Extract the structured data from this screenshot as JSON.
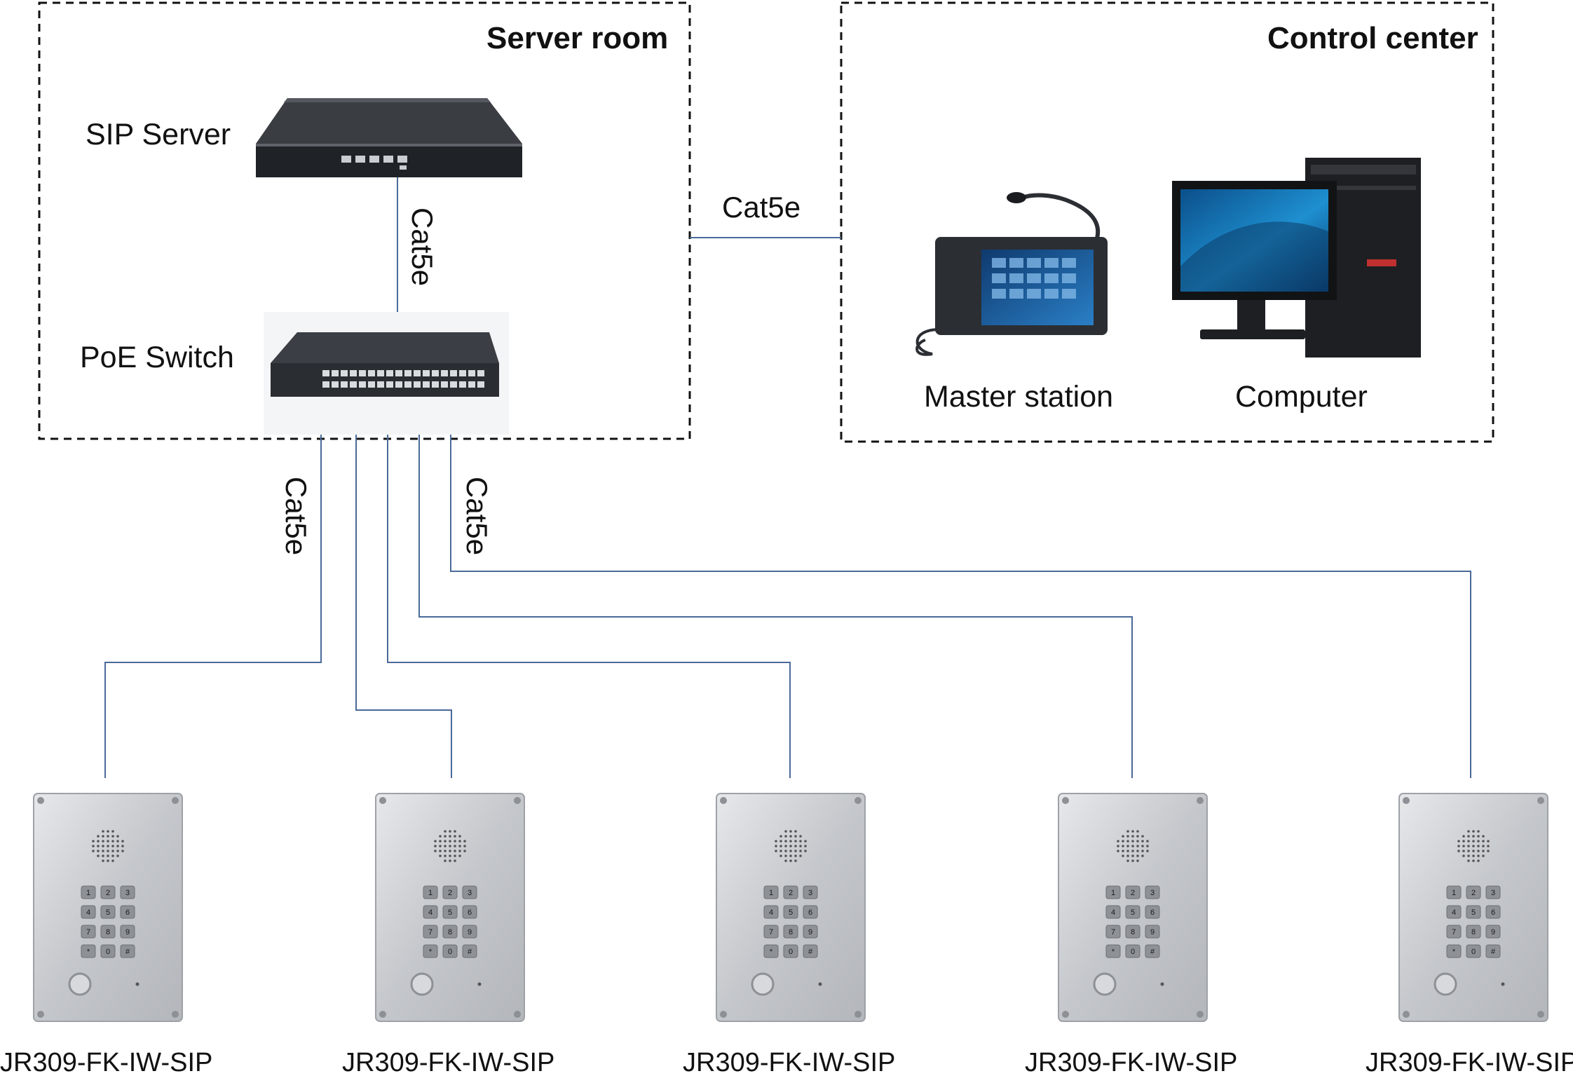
{
  "zones": {
    "server_room": "Server room",
    "control_center": "Control center"
  },
  "devices": {
    "sip_server": "SIP Server",
    "poe_switch": "PoE Switch",
    "master_station": "Master station",
    "computer": "Computer"
  },
  "cables": {
    "server_to_switch": "Cat5e",
    "server_to_control": "Cat5e",
    "switch_to_phones_left": "Cat5e",
    "switch_to_phones_right": "Cat5e"
  },
  "phones": [
    {
      "model": "JR309-FK-IW-SIP"
    },
    {
      "model": "JR309-FK-IW-SIP"
    },
    {
      "model": "JR309-FK-IW-SIP"
    },
    {
      "model": "JR309-FK-IW-SIP"
    },
    {
      "model": "JR309-FK-IW-SIP"
    }
  ],
  "keypad_keys": [
    "1",
    "2",
    "3",
    "4",
    "5",
    "6",
    "7",
    "8",
    "9",
    "*",
    "0",
    "#"
  ],
  "colors": {
    "cable": "#4a6a99",
    "border": "#111111",
    "steel": "#c9ccd0",
    "device_dark": "#2b2e33"
  }
}
